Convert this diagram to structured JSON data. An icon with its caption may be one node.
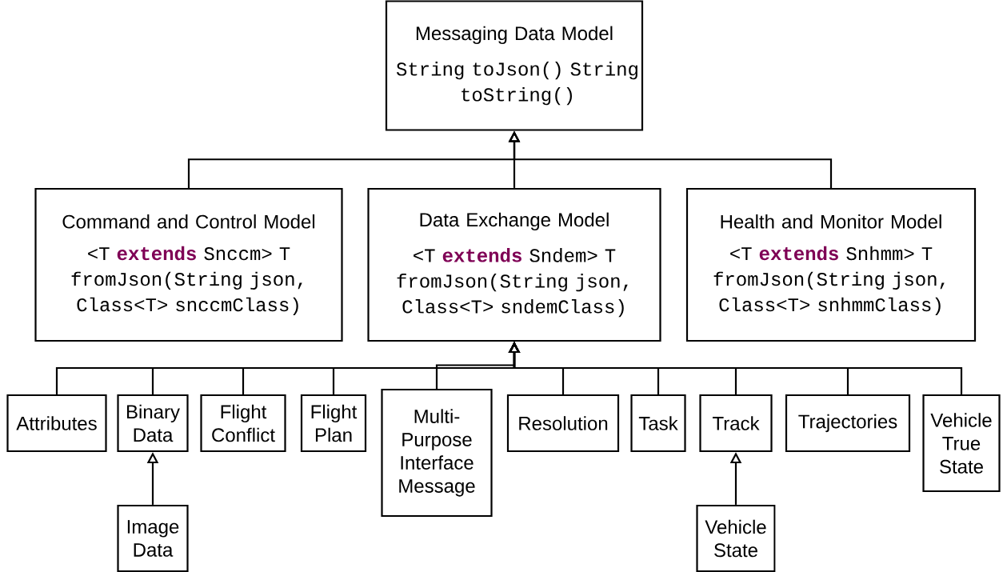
{
  "diagram": {
    "nodes": [
      {
        "text": [
          "Messaging Data Model",
          "String toJson() String toString()"
        ]
      },
      {
        "text": [
          "Command and Control Model",
          "<T **extends** Snccm> T fromJson(String json, Class<T> snccmClass)"
        ]
      },
      {
        "text": [
          "Data Exchange Model",
          "<T **extends** Sndem> T fromJson(String json, Class<T> sndemClass)"
        ]
      },
      {
        "text": [
          "Health and Monitor Model",
          "<T **extends** Snhmm> T fromJson(String json, Class<T> snhmmClass)"
        ]
      },
      {
        "text": [
          "Attributes"
        ]
      },
      {
        "text": [
          "Binary Data"
        ]
      },
      {
        "text": [
          "Flight Conflict"
        ]
      },
      {
        "text": [
          "Flight Plan"
        ]
      },
      {
        "text": [
          "Multi-Purpose Interface Message"
        ]
      },
      {
        "text": [
          "Resolution"
        ]
      },
      {
        "text": [
          "Task"
        ]
      },
      {
        "text": [
          "Track"
        ]
      },
      {
        "text": [
          "Trajectories"
        ]
      },
      {
        "text": [
          "Vehicle True State"
        ]
      },
      {
        "text": [
          "Image Data"
        ]
      },
      {
        "text": [
          "Vehicle State"
        ]
      }
    ],
    "edges": [
      {
        "from": 1,
        "to": 0,
        "arrow": "to"
      },
      {
        "from": 2,
        "to": 0,
        "arrow": "to"
      },
      {
        "from": 3,
        "to": 0,
        "arrow": "to"
      },
      {
        "from": 4,
        "to": 2,
        "arrow": "to"
      },
      {
        "from": 5,
        "to": 2,
        "arrow": "to"
      },
      {
        "from": 6,
        "to": 2,
        "arrow": "to"
      },
      {
        "from": 7,
        "to": 2,
        "arrow": "to"
      },
      {
        "from": 8,
        "to": 2,
        "arrow": "to"
      },
      {
        "from": 9,
        "to": 2,
        "arrow": "to"
      },
      {
        "from": 10,
        "to": 2,
        "arrow": "to"
      },
      {
        "from": 11,
        "to": 2,
        "arrow": "to"
      },
      {
        "from": 12,
        "to": 2,
        "arrow": "to"
      },
      {
        "from": 13,
        "to": 2,
        "arrow": "to"
      },
      {
        "from": 14,
        "to": 5,
        "arrow": "to"
      },
      {
        "from": 15,
        "to": 11,
        "arrow": "to"
      }
    ]
  }
}
